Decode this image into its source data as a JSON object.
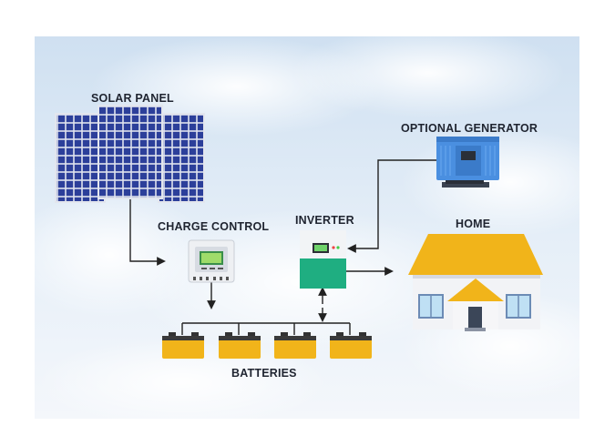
{
  "diagram": {
    "labels": {
      "solar_panel": "SOLAR PANEL",
      "charge_control": "CHARGE CONTROL",
      "inverter": "INVERTER",
      "optional_generator": "OPTIONAL GENERATOR",
      "home": "HOME",
      "batteries": "BATTERIES"
    },
    "colors": {
      "sky": "#dbe9f6",
      "panel_cell": "#2c3f9a",
      "panel_frame": "#e6e8ef",
      "inverter_body": "#22b98a",
      "inverter_top": "#f2f4f6",
      "generator_body": "#4a8fe0",
      "roof": "#f1b41a",
      "battery": "#f1b41a",
      "wire": "#222222"
    },
    "battery_count": 4
  }
}
